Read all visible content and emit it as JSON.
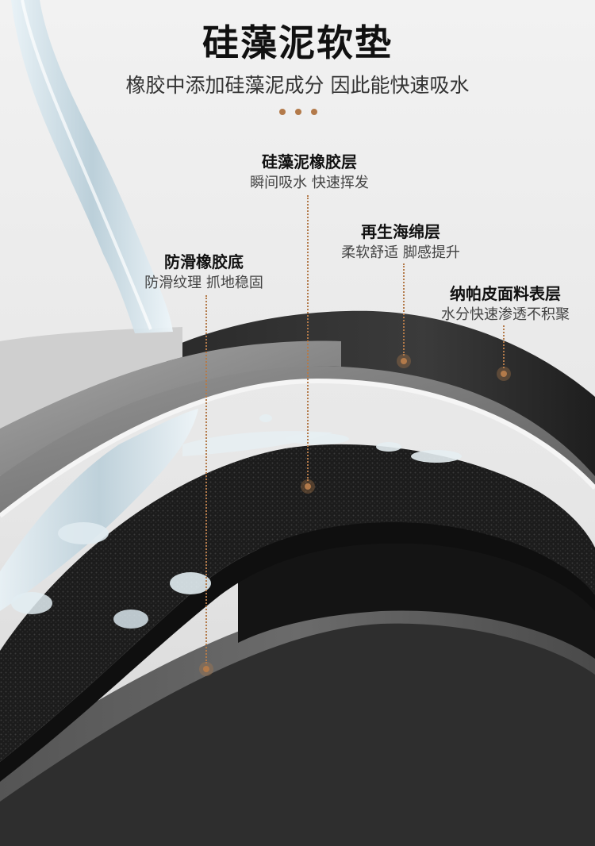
{
  "header": {
    "title": "硅藻泥软垫",
    "subtitle": "橡胶中添加硅藻泥成分 因此能快速吸水"
  },
  "layers": [
    {
      "name": "硅藻泥橡胶层",
      "desc": "瞬间吸水 快速挥发"
    },
    {
      "name": "再生海绵层",
      "desc": "柔软舒适 脚感提升"
    },
    {
      "name": "防滑橡胶底",
      "desc": "防滑纹理 抓地稳固"
    },
    {
      "name": "纳帕皮面料表层",
      "desc": "水分快速渗透不积聚"
    }
  ],
  "colors": {
    "accent": "#b37a4a",
    "background": "#ededed"
  }
}
